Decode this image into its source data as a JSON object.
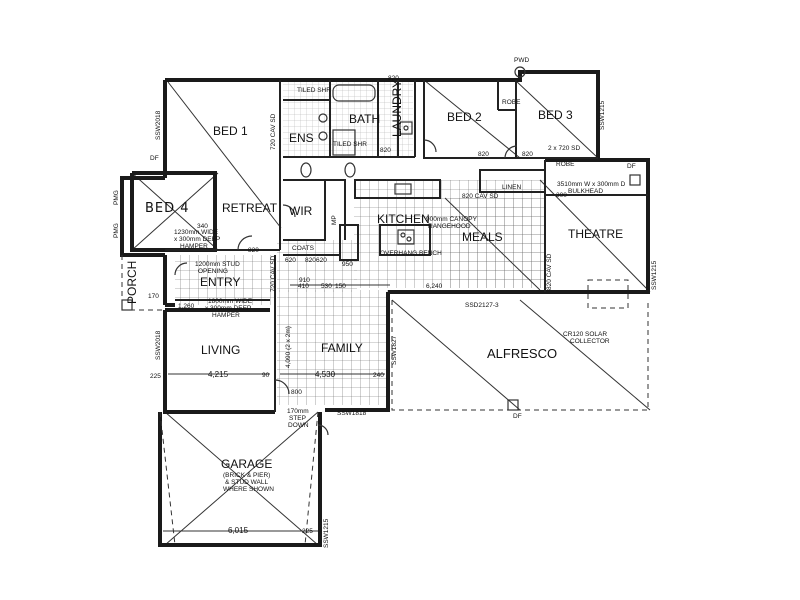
{
  "rooms": {
    "bed1": "BED 1",
    "bed2": "BED 2",
    "bed3": "BED 3",
    "bed4": "BED 4",
    "ens": "ENS",
    "bath": "BATH",
    "laundry": "LAUNDRY",
    "retreat": "RETREAT",
    "wir": "WIR",
    "kitchen": "KITCHEN",
    "meals": "MEALS",
    "theatre": "THEATRE",
    "entry": "ENTRY",
    "porch": "PORCH",
    "living": "LIVING",
    "family": "FAMILY",
    "alfresco": "ALFRESCO",
    "garage": "GARAGE",
    "coats": "COATS",
    "linen": "LINEN",
    "robe_top": "ROBE",
    "robe_mid": "ROBE",
    "mp": "MP"
  },
  "notes": {
    "garage_line1": "(BRICK & PIER)",
    "garage_line2": "& STUD WALL",
    "garage_line3": "WHERE SHOWN",
    "solar_line1": "CR120 SOLAR",
    "solar_line2": "COLLECTOR",
    "bulkhead_line1": "3510mm W x 300mm D",
    "bulkhead_line2": "BULKHEAD",
    "bed4_line1": "1230mm WIDE",
    "bed4_line2": "x 300mm DEEP",
    "bed4_line3": "HAMPER",
    "entry_line1": "1200mm STUD",
    "entry_line2": "OPENING",
    "entry_hamper1": "1800mm WIDE",
    "entry_hamper2": "x 300mm DEEP",
    "entry_hamper3": "HAMPER",
    "canopy_line1": "900mm CANOPY",
    "canopy_line2": "RANGEHOOD",
    "overhang": "OVERHANG BENCH",
    "step_line1": "170mm",
    "step_line2": "STEP",
    "step_line3": "DOWN",
    "robe_sd": "2 x 720 SD",
    "tiled_shr": "TILED SHR",
    "tiled_shr2": "TILED SHR"
  },
  "dims": {
    "d820_top": "820",
    "d820_bed2": "820",
    "d820_bed3": "820",
    "d820_ent": "820",
    "d820_mid": "820",
    "d820_a": "820",
    "d720_ens": "720 CAV SD",
    "d720_entry": "720 CAV SD",
    "d820_theatre": "820 CAV SD",
    "d820_meals": "820 CAV SD",
    "d620_a": "620",
    "d620_b": "620",
    "d950": "950",
    "d410": "410",
    "d530": "530",
    "d150": "150",
    "d6240": "6,240",
    "d1260": "1,260",
    "d225_living": "225",
    "d4215": "4,215",
    "d90": "90",
    "d4530": "4,530",
    "d240": "240",
    "d6015": "6,015",
    "d225_garage": "225",
    "d300": "300",
    "d340": "340",
    "d800": "800",
    "d910": "910",
    "d170": "170",
    "d4090": "4,090 (2 x 2m)"
  },
  "codes": {
    "ssd2127": "SSD2127-3",
    "ssw2018_top": "SSW2018",
    "ssw2018_living": "SSW2018",
    "ssw1215_top": "SSW1215",
    "ssw1215_right": "SSW1215",
    "ssw1215_garage": "SSW1215",
    "ssw1827": "SSW1827",
    "ssw1818": "SSW1818",
    "pwd_top": "PWD",
    "pmg_a": "PMG",
    "pmg_b": "PMG",
    "df_a": "DF",
    "df_b": "DF",
    "df_c": "DF"
  }
}
